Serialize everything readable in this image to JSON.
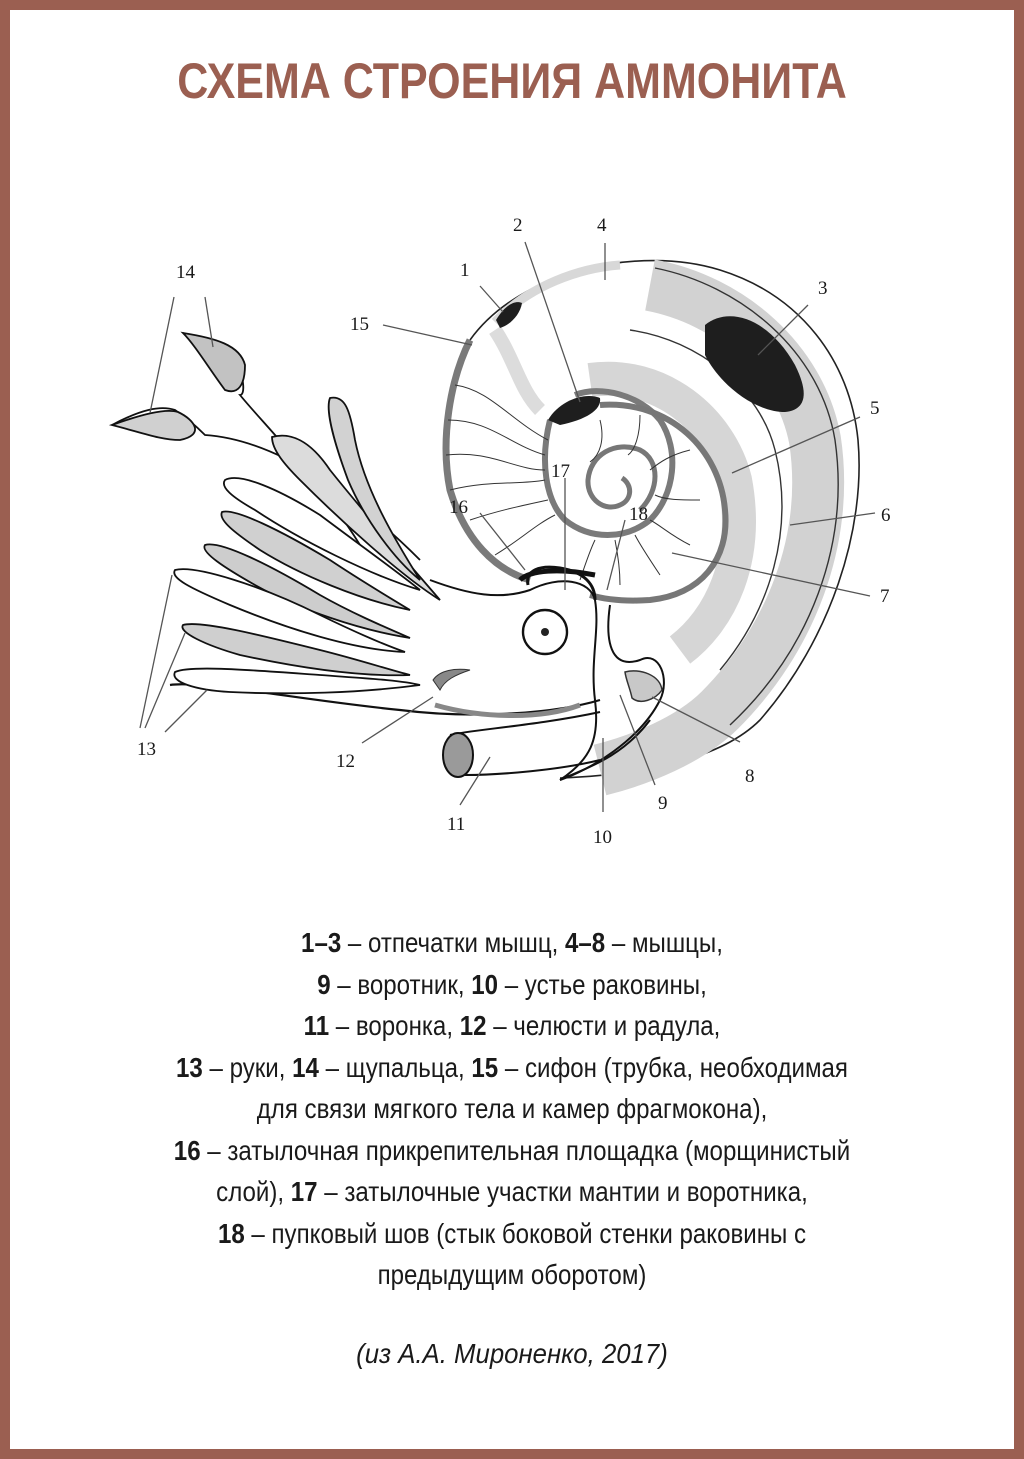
{
  "title": "СХЕМА СТРОЕНИЯ АММОНИТА",
  "colors": {
    "frame": "#9b5f51",
    "title": "#9b5f51",
    "text": "#1a1a1a",
    "muscle_dark": "#1e1e1e",
    "muscle_light": "#d4d4d4",
    "shell_band": "#7a7a7a"
  },
  "diagram": {
    "labels": {
      "l1": "1",
      "l2": "2",
      "l3": "3",
      "l4": "4",
      "l5": "5",
      "l6": "6",
      "l7": "7",
      "l8": "8",
      "l9": "9",
      "l10": "10",
      "l11": "11",
      "l12": "12",
      "l13": "13",
      "l14": "14",
      "l15": "15",
      "l16": "16",
      "l17": "17",
      "l18": "18"
    }
  },
  "legend": [
    [
      {
        "b": "1–3"
      },
      {
        "t": " – отпечатки мышц, "
      },
      {
        "b": "4–8"
      },
      {
        "t": " – мышцы,"
      }
    ],
    [
      {
        "b": "9"
      },
      {
        "t": " – воротник, "
      },
      {
        "b": "10"
      },
      {
        "t": " – устье раковины,"
      }
    ],
    [
      {
        "b": "11"
      },
      {
        "t": " – воронка, "
      },
      {
        "b": "12"
      },
      {
        "t": " – челюсти и радула,"
      }
    ],
    [
      {
        "b": "13"
      },
      {
        "t": " – руки, "
      },
      {
        "b": "14"
      },
      {
        "t": " – щупальца, "
      },
      {
        "b": "15"
      },
      {
        "t": " – сифон (трубка, необходимая"
      }
    ],
    [
      {
        "t": "для связи мягкого тела и камер фрагмокона),"
      }
    ],
    [
      {
        "b": "16"
      },
      {
        "t": " – затылочная прикрепительная площадка (морщинистый"
      }
    ],
    [
      {
        "t": "слой), "
      },
      {
        "b": "17"
      },
      {
        "t": " – затылочные участки мантии и воротника,"
      }
    ],
    [
      {
        "b": "18"
      },
      {
        "t": " – пупковый шов (стык боковой стенки раковины с"
      }
    ],
    [
      {
        "t": "предыдущим оборотом)"
      }
    ]
  ],
  "legend_lines": {
    "0": {
      "b0": "1–3",
      "t0": " – отпечатки мышц, ",
      "b1": "4–8",
      "t1": " – мышцы,"
    },
    "1": {
      "b0": "9",
      "t0": " – воротник, ",
      "b1": "10",
      "t1": " – устье раковины,"
    },
    "2": {
      "b0": "11",
      "t0": " – воронка, ",
      "b1": "12",
      "t1": " – челюсти и радула,"
    },
    "3": {
      "b0": "13",
      "t0": " – руки, ",
      "b1": "14",
      "t1": " – щупальца, ",
      "b2": "15",
      "t2": " – сифон (трубка, необходимая"
    },
    "4": {
      "t0": "для связи мягкого тела и камер фрагмокона),"
    },
    "5": {
      "b0": "16",
      "t0": " – затылочная прикрепительная площадка (морщинистый"
    },
    "6": {
      "t0": "слой), ",
      "b0": "17",
      "t1": " – затылочные участки мантии и воротника,"
    },
    "7": {
      "b0": "18",
      "t0": " – пупковый шов (стык боковой стенки раковины с"
    },
    "8": {
      "t0": "предыдущим оборотом)"
    }
  },
  "citation": "(из А.А. Мироненко, 2017)"
}
